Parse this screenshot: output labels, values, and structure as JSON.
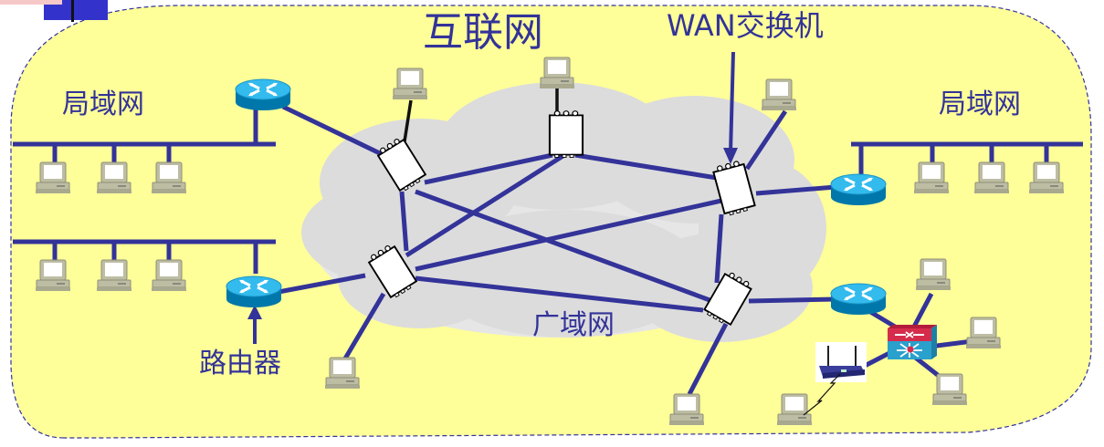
{
  "diagram": {
    "title": "互联网",
    "labels": {
      "internet": "互联网",
      "wan_switch": "WAN交换机",
      "lan_left": "局域网",
      "lan_right": "局域网",
      "router": "路由器",
      "wan": "广域网"
    },
    "colors": {
      "background": "#ffff99",
      "border_dash": "#333399",
      "cloud": "#dcdcdc",
      "link": "#333399",
      "text": "#333399",
      "router_top": "#33bbee",
      "router_side": "#0077aa",
      "pc_body": "#bdbda4",
      "switch_fill": "#ffffff"
    },
    "icons": {
      "router": "router-icon",
      "pc": "computer-icon",
      "wan_switch": "packet-switch-icon",
      "lan_switch": "layer3-switch-icon",
      "wireless_ap": "wireless-router-icon"
    }
  }
}
